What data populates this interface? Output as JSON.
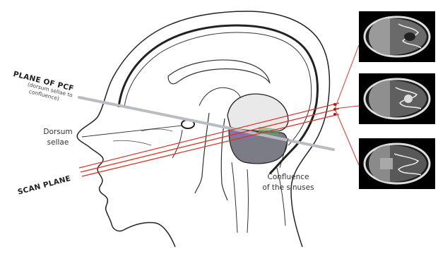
{
  "labels": {
    "plane_title": "PLANE OF PCF",
    "plane_sub_1": "(dorsum sellae to",
    "plane_sub_2": "confluence)",
    "dorsum_1": "Dorsum",
    "dorsum_2": "sellae",
    "scan_plane": "SCAN PLANE",
    "confluence_1": "Confluence",
    "confluence_2": "of the sinuses"
  },
  "colors": {
    "scan_line": "#d9352b",
    "pcf_plane": "#b9bcc0",
    "fossa_fill": "#7c7c86",
    "fossa_purple": "#8a6fb8",
    "fossa_green": "#6fa36b"
  },
  "thumbnails": [
    {
      "name": "slice-top"
    },
    {
      "name": "slice-middle"
    },
    {
      "name": "slice-bottom"
    }
  ]
}
